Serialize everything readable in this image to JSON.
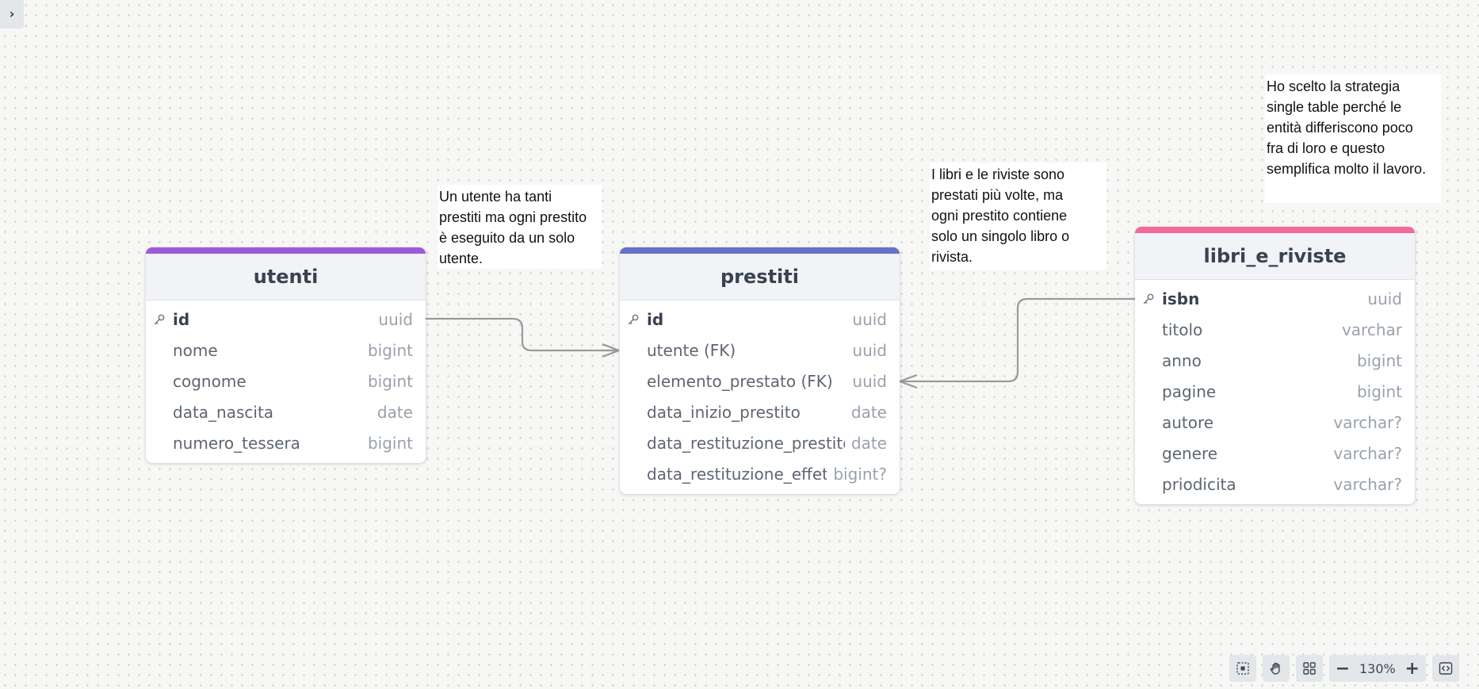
{
  "sidebar_toggle": {
    "icon": "chevron-right-icon",
    "glyph": "›"
  },
  "notes": [
    {
      "text": "Un utente ha tanti\nprestiti ma ogni prestito\nè eseguito da un solo\nutente."
    },
    {
      "text": "I libri e le riviste sono\nprestati più volte, ma\nogni prestito contiene\nsolo un singolo libro o\nrivista."
    },
    {
      "text": "Ho scelto la strategia\nsingle table perché le\nentità differiscono poco\nfra di loro e questo\nsemplifica molto il lavoro."
    }
  ],
  "tables": {
    "utenti": {
      "name": "utenti",
      "accent_color": "#9b5bd8",
      "fields": [
        {
          "name": "id",
          "type": "uuid",
          "pk": true
        },
        {
          "name": "nome",
          "type": "bigint"
        },
        {
          "name": "cognome",
          "type": "bigint"
        },
        {
          "name": "data_nascita",
          "type": "date"
        },
        {
          "name": "numero_tessera",
          "type": "bigint"
        }
      ]
    },
    "prestiti": {
      "name": "prestiti",
      "accent_color": "#6771c8",
      "fields": [
        {
          "name": "id",
          "type": "uuid",
          "pk": true
        },
        {
          "name": "utente (FK)",
          "type": "uuid"
        },
        {
          "name": "elemento_prestato (FK)",
          "type": "uuid"
        },
        {
          "name": "data_inizio_prestito",
          "type": "date"
        },
        {
          "name": "data_restituzione_prestito",
          "type": "date"
        },
        {
          "name": "data_restituzione_effettiva",
          "type": "bigint?"
        }
      ]
    },
    "libri_e_riviste": {
      "name": "libri_e_riviste",
      "accent_color": "#f06a9a",
      "fields": [
        {
          "name": "isbn",
          "type": "uuid",
          "pk": true
        },
        {
          "name": "titolo",
          "type": "varchar"
        },
        {
          "name": "anno",
          "type": "bigint"
        },
        {
          "name": "pagine",
          "type": "bigint"
        },
        {
          "name": "autore",
          "type": "varchar?"
        },
        {
          "name": "genere",
          "type": "varchar?"
        },
        {
          "name": "priodicita",
          "type": "varchar?"
        }
      ]
    }
  },
  "relationships": [
    {
      "from": "utenti.id",
      "to": "prestiti.utente (FK)",
      "cardinality": "one-to-many"
    },
    {
      "from": "libri_e_riviste.isbn",
      "to": "prestiti.elemento_prestato (FK)",
      "cardinality": "one-to-many"
    }
  ],
  "toolbar": {
    "fit_icon": "fit-view-icon",
    "pan_icon": "hand-icon",
    "arrange_icon": "grid-icon",
    "zoom_out_label": "−",
    "zoom_level": "130%",
    "zoom_in_label": "+",
    "code_icon": "code-icon"
  }
}
